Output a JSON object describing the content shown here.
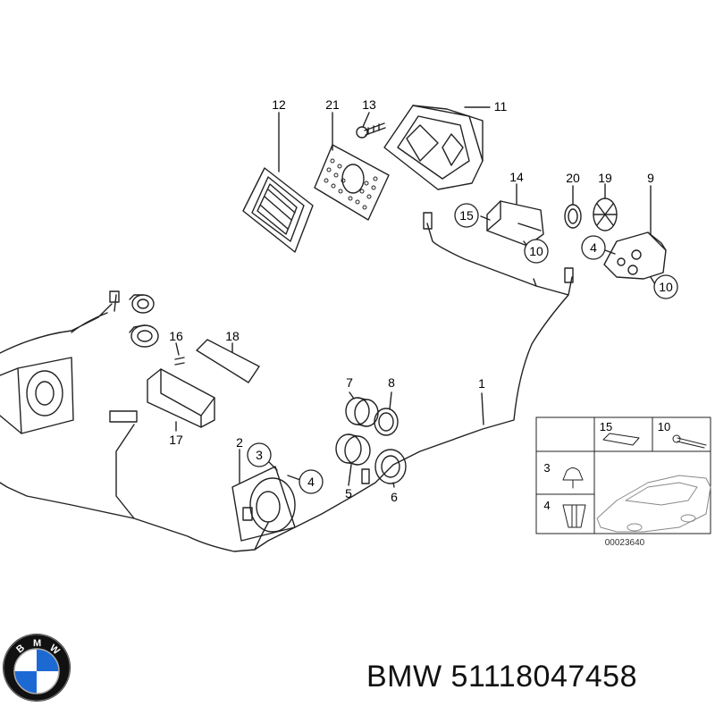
{
  "caption": {
    "brand": "BMW",
    "part_number": "51118047458"
  },
  "logo": {
    "letters": [
      "B",
      "M",
      "W"
    ],
    "colors": {
      "ring": "#111111",
      "blue": "#1c69d4",
      "white": "#ffffff"
    }
  },
  "callouts": {
    "c1": "1",
    "c2": "2",
    "c3": "3",
    "c4": "4",
    "c5": "5",
    "c6": "6",
    "c7": "7",
    "c8": "8",
    "c9": "9",
    "c10a": "10",
    "c10b": "10",
    "c11": "11",
    "c12": "12",
    "c13": "13",
    "c14": "14",
    "c15": "15",
    "c16": "16",
    "c17": "17",
    "c18": "18",
    "c19": "19",
    "c20": "20",
    "c21": "21",
    "c4b": "4"
  },
  "inset": {
    "labels": {
      "i15": "15",
      "i10": "10",
      "i3": "3",
      "i4": "4"
    },
    "drawing_id": "00023640"
  }
}
